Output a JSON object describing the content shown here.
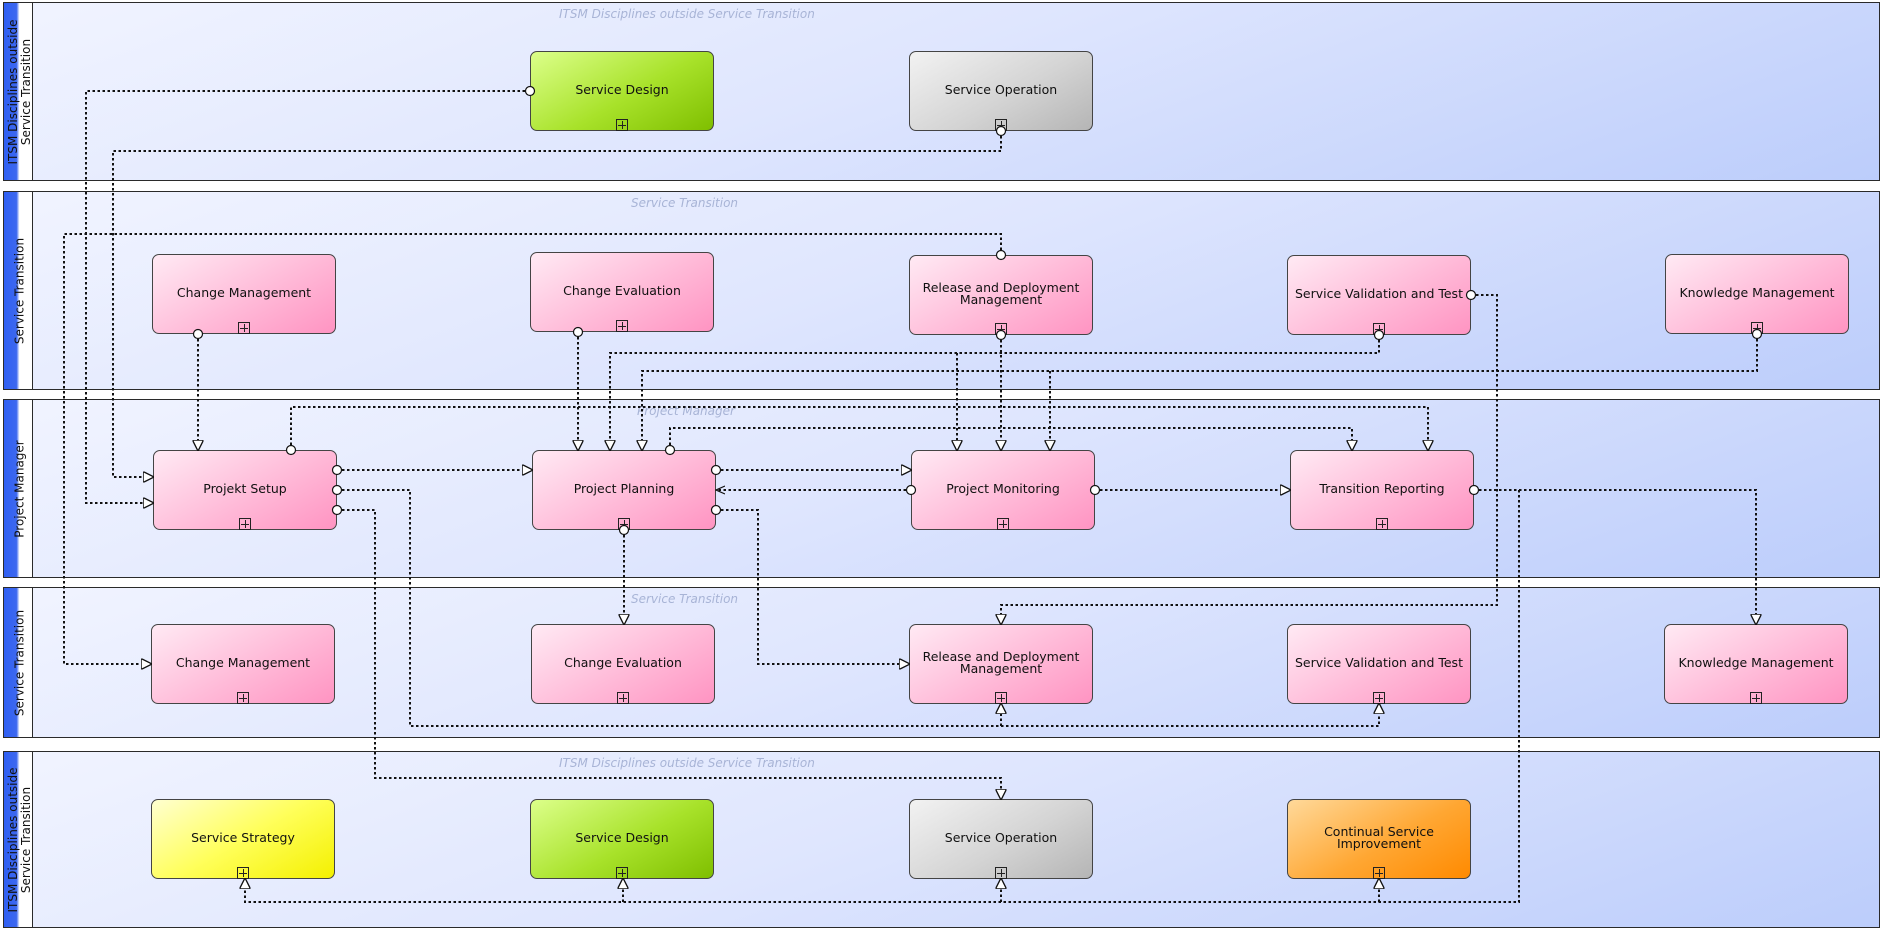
{
  "lanes": [
    {
      "header": "ITSM Disciplines outside\nService Transition",
      "title": "ITSM Disciplines outside Service Transition"
    },
    {
      "header": "Service Transition",
      "title": "Service Transition"
    },
    {
      "header": "Project Manager",
      "title": "Project Manager"
    },
    {
      "header": "Service Transition",
      "title": "Service Transition"
    },
    {
      "header": "ITSM Disciplines outside\nService Transition",
      "title": "ITSM Disciplines outside Service Transition"
    }
  ],
  "boxes": {
    "top_service_design": "Service Design",
    "top_service_operation": "Service Operation",
    "st1_change_management": "Change Management",
    "st1_change_evaluation": "Change Evaluation",
    "st1_release_deployment": "Release and Deployment\nManagement",
    "st1_validation_test": "Service Validation and Test",
    "st1_knowledge_management": "Knowledge Management",
    "pm_projekt_setup": "Projekt Setup",
    "pm_project_planning": "Project Planning",
    "pm_project_monitoring": "Project Monitoring",
    "pm_transition_reporting": "Transition Reporting",
    "st2_change_management": "Change Management",
    "st2_change_evaluation": "Change Evaluation",
    "st2_release_deployment": "Release and Deployment\nManagement",
    "st2_validation_test": "Service Validation and Test",
    "st2_knowledge_management": "Knowledge Management",
    "bot_service_strategy": "Service Strategy",
    "bot_service_design": "Service Design",
    "bot_service_operation": "Service Operation",
    "bot_csi": "Continual Service\nImprovement"
  },
  "colors": {
    "pink": "#ff9cc6",
    "green": "#9ad81a",
    "gray": "#c8c8c8",
    "yellow": "#ffff33",
    "orange": "#ff9a1a",
    "lane_header": "#2f5ff2",
    "connector": "#111111"
  }
}
